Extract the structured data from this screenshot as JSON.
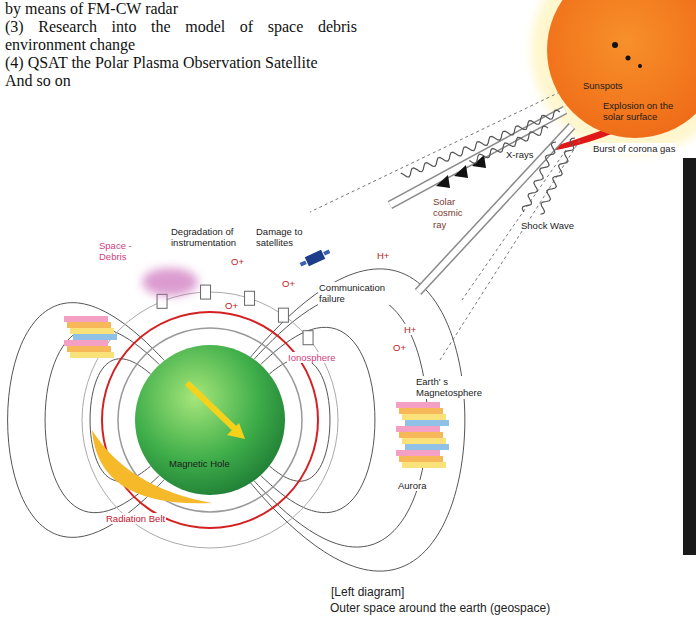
{
  "diagram": {
    "caption": "Outer space around the earth (geospace)",
    "nodes": [
      {
        "text": [
          "Sunspots",
          "Explosion on the solar surface"
        ]
      },
      {
        "text": [
          "Magnetic Hole"
        ]
      }
    ],
    "labels": [
      "by means of FM-CW radar",
      "(3) Research into the model of space debris environment change",
      "(4) QSAT the Polar Plasma Observation Satellite",
      "And so on",
      "Burst of corona gas",
      "X-rays",
      "Solar cosmic ray",
      "Shock Wave",
      "Space - Debris",
      "Degradation of instrumentation",
      "Damage to satellites",
      "H+",
      "O+",
      "O+",
      "Communication failure",
      "O+",
      "H+",
      "O+",
      "Ionosphere",
      "Earth' s Magnetosphere",
      "Aurora",
      "Radiation Belt",
      "[Left diagram]"
    ]
  }
}
